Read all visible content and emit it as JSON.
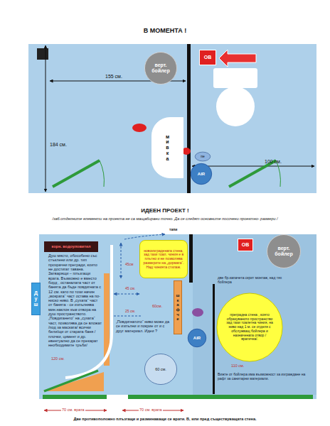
{
  "diagram": {
    "title": "В МОМЕНТА !",
    "caption": "Две противоположно плъзгащи и разминаващи се врати. В, или пред съществуващата стена.",
    "nodes": [
      {
        "text": [
          "верт. бойлер"
        ]
      },
      {
        "text": [
          "ОВ"
        ]
      },
      {
        "text": [
          "мивка"
        ]
      },
      {
        "text": [
          "пе"
        ]
      },
      {
        "text": [
          "AIR"
        ]
      },
      {
        "text": [
          "корн. водоуловител"
        ]
      },
      {
        "text": [
          "Душ"
        ]
      },
      {
        "text": [
          "новоизградената стена, зад тази тоал. чиния е в плътно и не позволява размерите на „дормата“. Над чинията стилаж."
        ]
      },
      {
        "text": [
          "ОВ"
        ]
      },
      {
        "text": [
          "верт. бойлер"
        ]
      },
      {
        "text": [
          "шкафче"
        ]
      },
      {
        "text": [
          "AIR"
        ]
      },
      {
        "text": [
          "преградна стена , която образуваното пространство зад тази тоалетна чиния, на ниво над 1 м. се отделя с обслужващ бойлера и назначената отвор /вратичка/."
        ]
      },
      {
        "text": [
          "60 см."
        ]
      }
    ],
    "labels": [
      "ИДЕЕН ПРОЕКТ !",
      "/заб.отделните елементи на проекта не са мащабирани точно. Да се следят основните посочени проектно- размери /",
      "155 см.",
      "184 см.",
      "100 см.",
      "тапи",
      "45см",
      "45 см.",
      "Душ място, обособено със стъклени или др. тип прозрачни прегради, които не достигат тавана. Затварящи – плъзгащи врата. Възможно е вместо борд , останалата част от банята да бъде повдигната с 12 см. като по този начин „мократа“ част остава на по-ниско ниво. В „сухата“ част от банята - се изпълнява мин.наклон към отвора на душ пространството. „Повдигането“ на „сухата“ част, позволява да се вложат /под за маската/ всички бели/щи от старата баня /плочки, цимент и др. евентуално да се прекарат необходимите тръби/",
      "120 см.",
      "60см.",
      "25 см.",
      "„Повдигнатото“ ниво може да се изпълни и покрие от и с друг материал. Идеи ?",
      "две бр.капачета скрит монтаж, над тях бойлера",
      "110 см.",
      "Вижте от бойлера има възможност за изграждане на рафт за санитарни материали.",
      "70 см. врата",
      "70 см. врата"
    ]
  }
}
